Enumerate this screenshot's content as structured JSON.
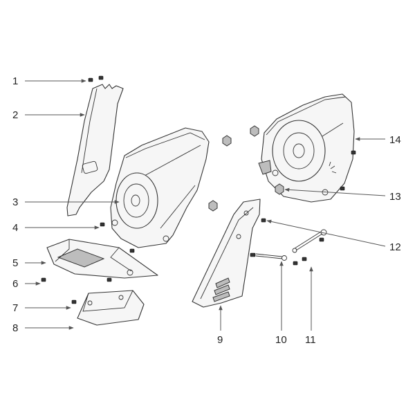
{
  "callouts": [
    {
      "id": "1",
      "text": "1"
    },
    {
      "id": "2",
      "text": "2"
    },
    {
      "id": "3",
      "text": "3"
    },
    {
      "id": "4",
      "text": "4"
    },
    {
      "id": "5",
      "text": "5"
    },
    {
      "id": "6",
      "text": "6"
    },
    {
      "id": "7",
      "text": "7"
    },
    {
      "id": "8",
      "text": "8"
    },
    {
      "id": "9",
      "text": "9"
    },
    {
      "id": "10",
      "text": "10"
    },
    {
      "id": "11",
      "text": "11"
    },
    {
      "id": "12",
      "text": "12"
    },
    {
      "id": "13",
      "text": "13"
    },
    {
      "id": "14",
      "text": "14"
    }
  ],
  "colors": {
    "line": "#555555",
    "part_fill": "#f6f6f6",
    "outline": "#333333"
  }
}
